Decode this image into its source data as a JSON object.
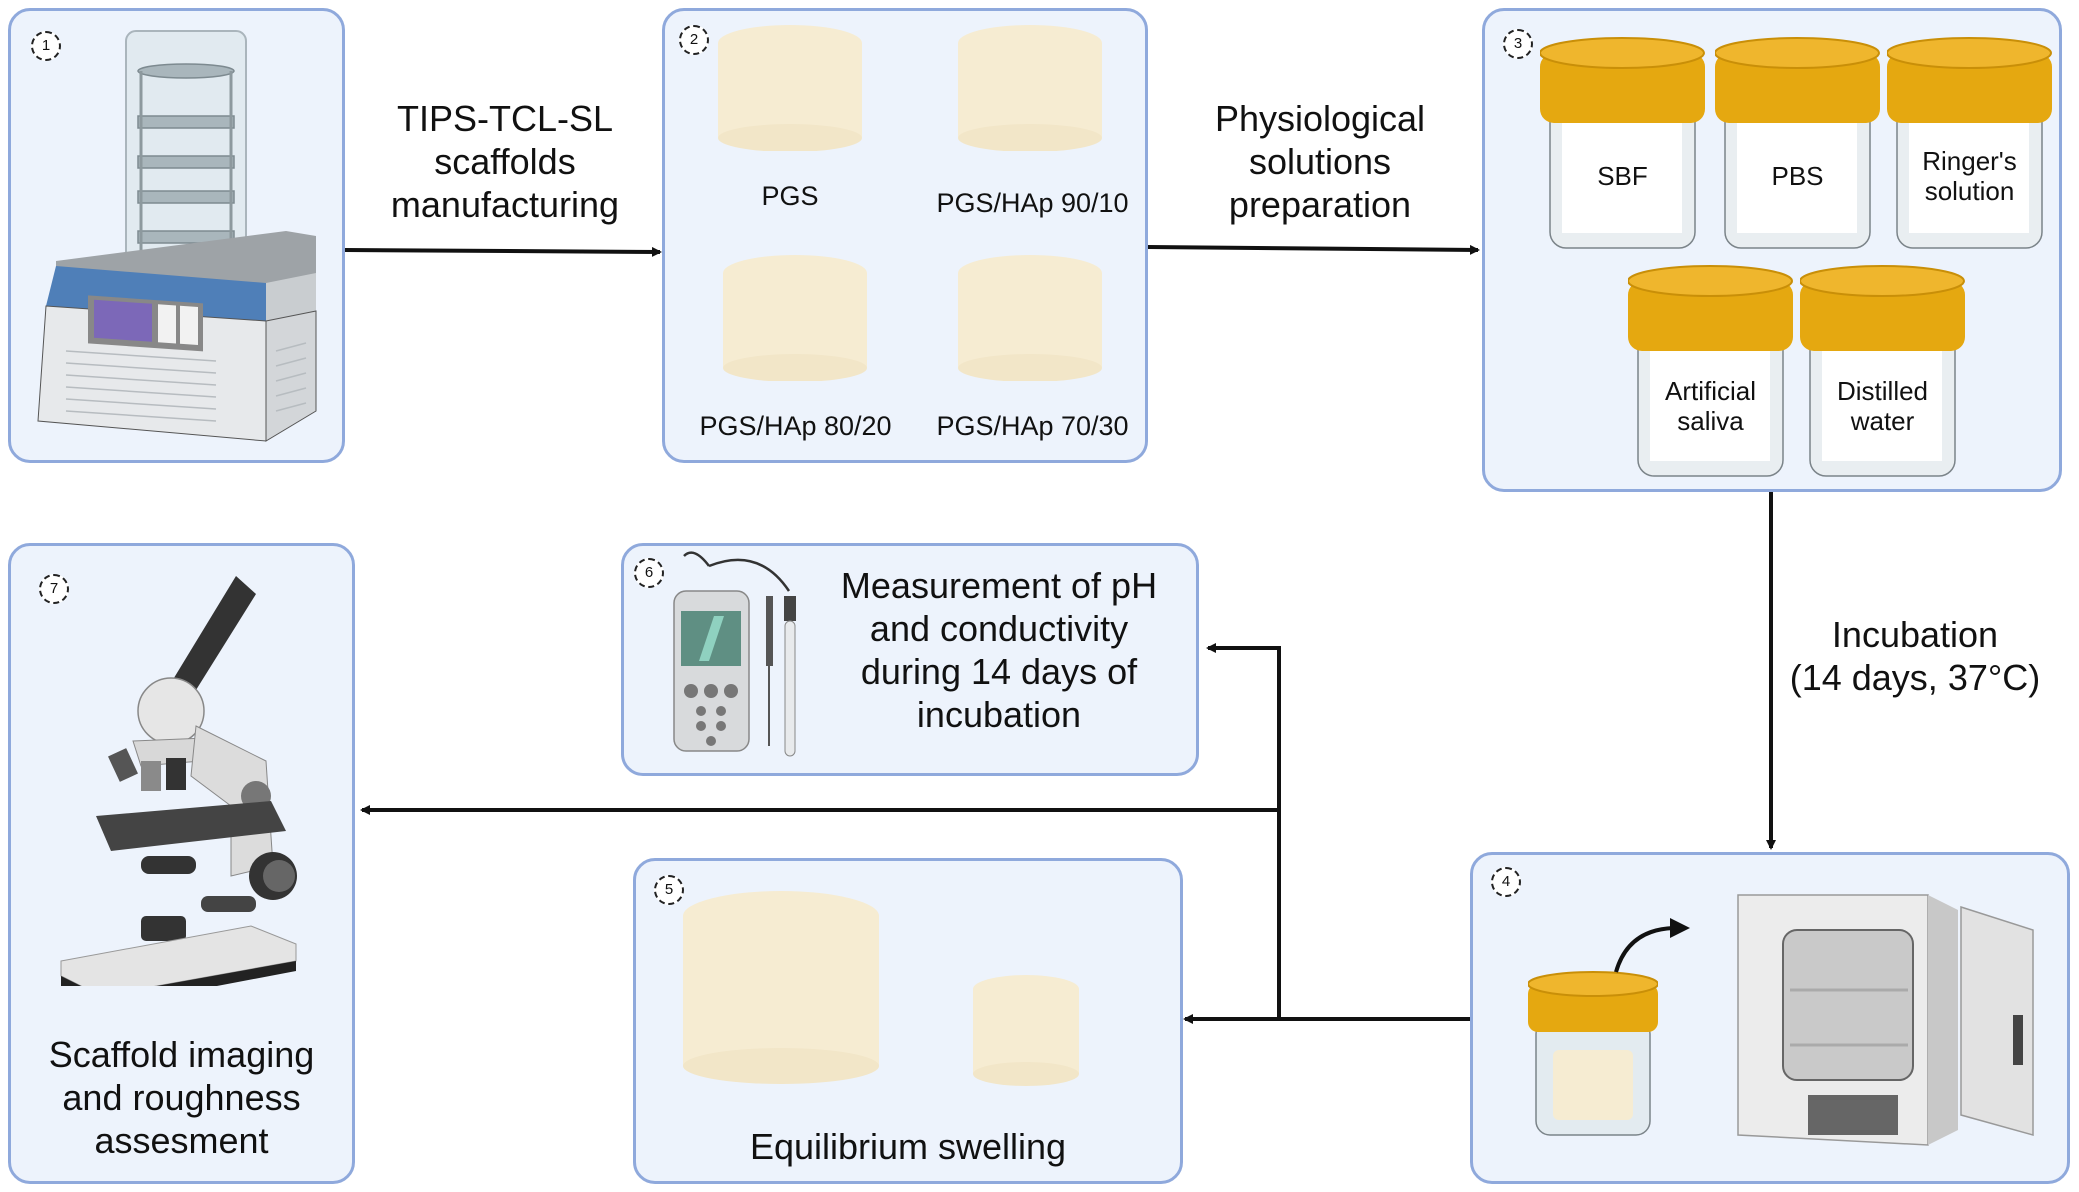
{
  "title": "Experimental workflow for TIPS-TCL-SL PGS and PGS/HAp scaffolds",
  "colors": {
    "panel_fill": "#edf3fc",
    "panel_border": "#8fa9dc",
    "arrow": "#111111",
    "scaffold": "#f7edd4",
    "jar_cap": "#e5a810",
    "freeze_dryer_panel": "#4f7fb8"
  },
  "steps": [
    {
      "number": "1",
      "name": "freeze-dryer",
      "icon": "freeze-dryer-icon",
      "caption": ""
    },
    {
      "number": "2",
      "name": "scaffolds",
      "icon": "porous-scaffold-icon",
      "samples": [
        "PGS",
        "PGS/HAp 90/10",
        "PGS/HAp 80/20",
        "PGS/HAp 70/30"
      ]
    },
    {
      "number": "3",
      "name": "physiological-solutions",
      "icon": "specimen-jar-icon",
      "solutions": [
        "SBF",
        "PBS",
        "Ringer's\nsolution",
        "Artificial\nsaliva",
        "Distilled\nwater"
      ]
    },
    {
      "number": "4",
      "name": "incubation",
      "icon": "incubator-icon",
      "caption": ""
    },
    {
      "number": "5",
      "name": "swelling",
      "icon": "swollen-scaffold-icon",
      "caption": "Equilibrium swelling"
    },
    {
      "number": "6",
      "name": "ph-conductivity",
      "icon": "ph-meter-icon",
      "caption": "Measurement of pH\nand conductivity\nduring 14 days of\nincubation"
    },
    {
      "number": "7",
      "name": "imaging",
      "icon": "microscope-icon",
      "caption": "Scaffold imaging\nand roughness\nassesment"
    }
  ],
  "flows": [
    {
      "from": "1",
      "to": "2",
      "label": "TIPS-TCL-SL\nscaffolds\nmanufacturing"
    },
    {
      "from": "2",
      "to": "3",
      "label": "Physiological\nsolutions\npreparation"
    },
    {
      "from": "3",
      "to": "4",
      "label": "Incubation\n(14 days, 37°C)"
    },
    {
      "from": "4",
      "to": "5",
      "label": ""
    },
    {
      "from": "4",
      "to": "6",
      "label": ""
    },
    {
      "from": "4",
      "to": "7",
      "label": ""
    }
  ]
}
